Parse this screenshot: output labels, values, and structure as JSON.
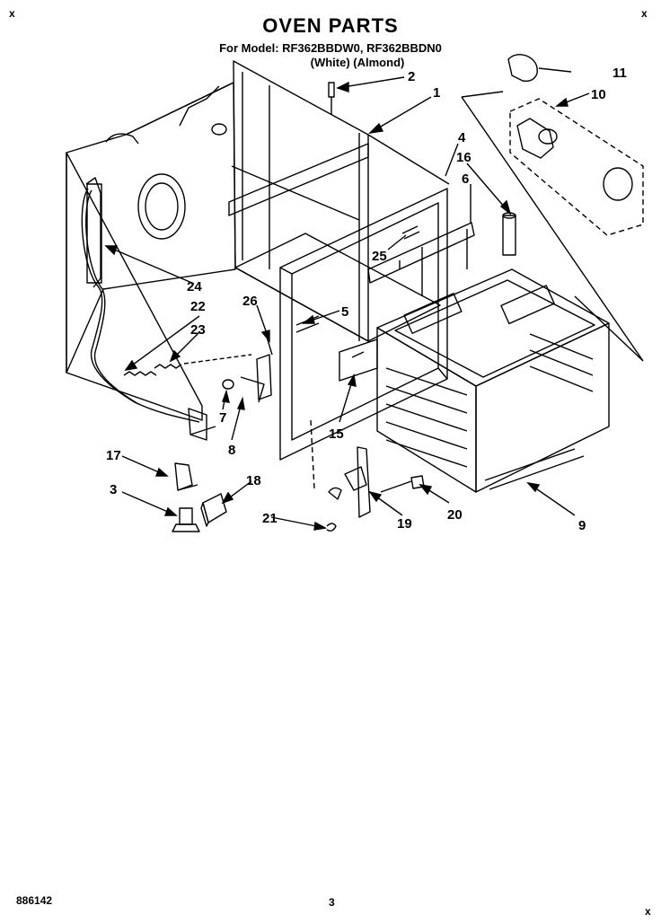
{
  "header": {
    "title": "OVEN PARTS",
    "model_line": "For Model: RF362BBDW0, RF362BBDN0",
    "color_line": "(White)   (Almond)"
  },
  "footer": {
    "doc_number": "886142",
    "page_number": "3"
  },
  "corners": {
    "top_left": "x",
    "top_right": "x",
    "bottom_right": "x"
  },
  "callouts": [
    {
      "label": "1"
    },
    {
      "label": "2"
    },
    {
      "label": "3"
    },
    {
      "label": "4"
    },
    {
      "label": "5"
    },
    {
      "label": "6"
    },
    {
      "label": "7"
    },
    {
      "label": "8"
    },
    {
      "label": "9"
    },
    {
      "label": "10"
    },
    {
      "label": "11"
    },
    {
      "label": "15"
    },
    {
      "label": "16"
    },
    {
      "label": "17"
    },
    {
      "label": "18"
    },
    {
      "label": "19"
    },
    {
      "label": "20"
    },
    {
      "label": "21"
    },
    {
      "label": "22"
    },
    {
      "label": "23"
    },
    {
      "label": "24"
    },
    {
      "label": "25"
    },
    {
      "label": "26"
    }
  ]
}
